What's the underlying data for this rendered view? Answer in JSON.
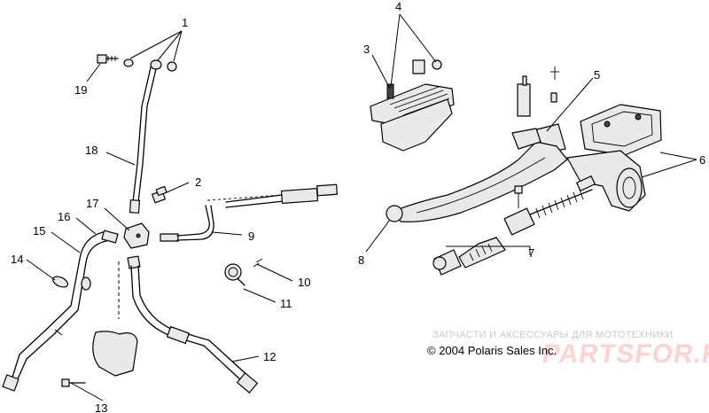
{
  "callouts": {
    "c1": "1",
    "c2": "2",
    "c3": "3",
    "c4": "4",
    "c5": "5",
    "c6": "6",
    "c7": "7",
    "c8": "8",
    "c9": "9",
    "c10": "10",
    "c11": "11",
    "c12": "12",
    "c13": "13",
    "c14": "14",
    "c15": "15",
    "c16": "16",
    "c17": "17",
    "c18": "18",
    "c19": "19"
  },
  "copyright": "© 2004 Polaris Sales Inc.",
  "watermark": {
    "tagline": "ЗАПЧАСТИ И АКСЕССУАРЫ ДЛЯ МОТОТЕХНИКИ",
    "logo": "PARTSFOR.RU"
  },
  "colors": {
    "ink": "#000000",
    "watermark_tagline": "#c7c7c7",
    "watermark_logo": "#ffd2d2"
  }
}
